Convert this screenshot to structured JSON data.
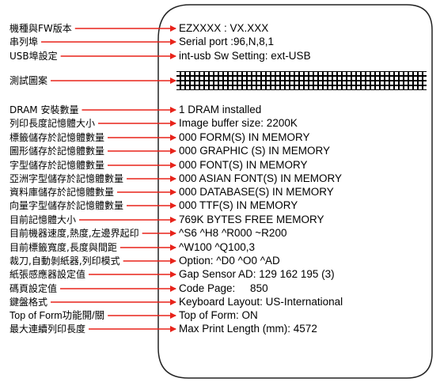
{
  "colors": {
    "arrow": "#e8231a",
    "card_border": "#222222",
    "text": "#000000"
  },
  "rows": [
    {
      "label": "機種與FW版本",
      "value": "EZXXXX : VX.XXX"
    },
    {
      "label": "串列埠",
      "value": "Serial port :96,N,8,1"
    },
    {
      "label": "USB埠設定",
      "value": "int-usb Sw Setting: ext-USB"
    },
    {
      "label": "測試圖案",
      "value": ""
    },
    {
      "label": "DRAM  安裝數量",
      "value": "1 DRAM installed"
    },
    {
      "label": "列印長度記憶體大小",
      "value": "Image buffer size: 2200K"
    },
    {
      "label": "標籤儲存於記憶體數量",
      "value": "000 FORM(S) IN MEMORY"
    },
    {
      "label": "圖形儲存於記憶體數量",
      "value": "000 GRAPHIC (S) IN MEMORY"
    },
    {
      "label": "字型儲存於記憶體數量",
      "value": "000 FONT(S) IN MEMORY"
    },
    {
      "label": "亞洲字型儲存於記憶體數量",
      "value": "000 ASIAN FONT(S) IN MEMORY"
    },
    {
      "label": "資料庫儲存於記憶體數量",
      "value": "000 DATABASE(S) IN MEMORY"
    },
    {
      "label": "向量字型儲存於記憶體數量",
      "value": "000 TTF(S) IN MEMORY"
    },
    {
      "label": "目前記憶體大小",
      "value": "769K BYTES FREE MEMORY"
    },
    {
      "label": "目前機器速度,熱度,左邊界起印",
      "value": "^S6 ^H8 ^R000 ~R200"
    },
    {
      "label": "目前標籤寬度,長度與間距",
      "value": "^W100 ^Q100,3"
    },
    {
      "label": "裁刀,自動剝紙器,列印模式",
      "value": "Option: ^D0 ^O0 ^AD"
    },
    {
      "label": "紙張感應器設定值",
      "value": "Gap Sensor AD: 129 162 195 (3)"
    },
    {
      "label": "碼頁設定值",
      "value": "Code Page:     850"
    },
    {
      "label": "鍵盤格式",
      "value": "Keyboard Layout: US-International"
    },
    {
      "label": "Top of Form功能開/關",
      "value": "Top of Form: ON"
    },
    {
      "label": "最大連續列印長度",
      "value": "Max Print Length (mm): 4572"
    }
  ]
}
